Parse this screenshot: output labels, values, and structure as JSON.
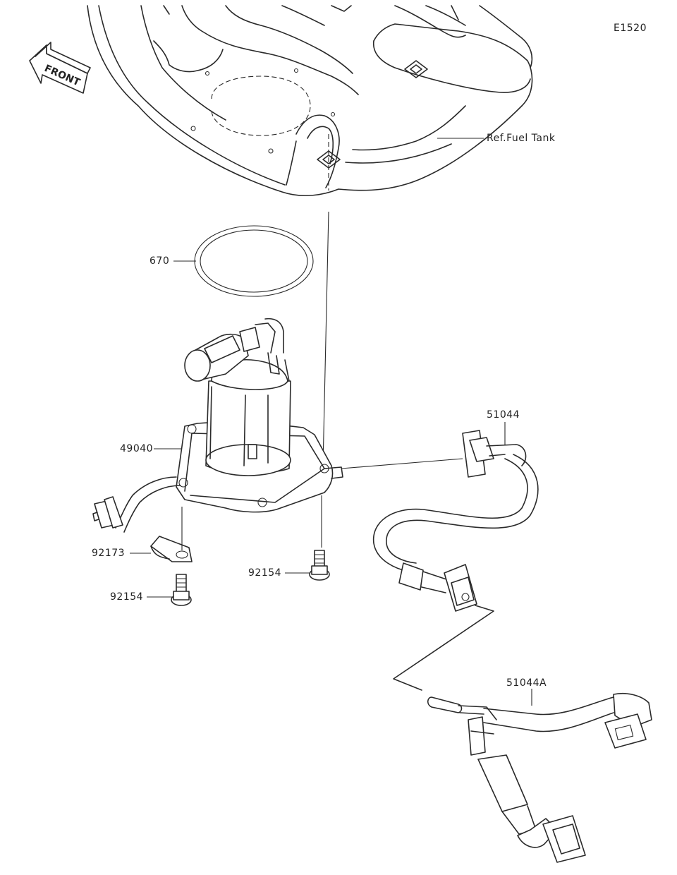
{
  "diagram": {
    "code": "E1520",
    "front_label": "FRONT",
    "labels": {
      "fuel_tank_ref": "Ref.Fuel Tank",
      "o_ring": "670",
      "fuel_pump": "49040",
      "hose_upper": "51044",
      "hose_lower": "51044A",
      "clamp": "92173",
      "bolt_left": "92154",
      "bolt_right": "92154"
    }
  }
}
